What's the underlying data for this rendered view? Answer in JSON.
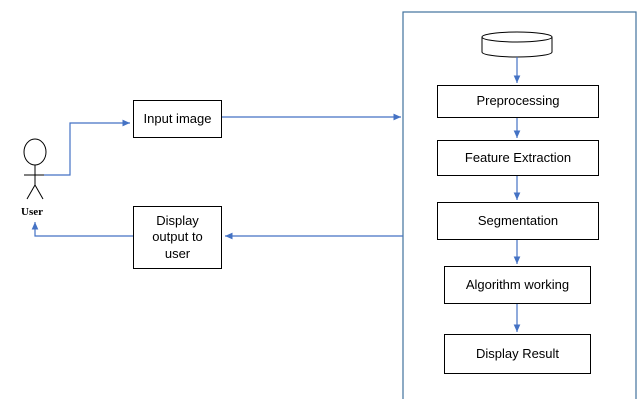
{
  "colors": {
    "line": "#4472C4",
    "box_border": "#000000",
    "panel_border": "#41719C",
    "text": "#000000",
    "background": "#ffffff"
  },
  "actor": {
    "label": "User"
  },
  "left_boxes": {
    "input": "Input image",
    "output": "Display output to user"
  },
  "pipeline": {
    "database_icon": "database-cylinder-icon",
    "steps": [
      "Preprocessing",
      "Feature Extraction",
      "Segmentation",
      "Algorithm working",
      "Display Result"
    ]
  }
}
